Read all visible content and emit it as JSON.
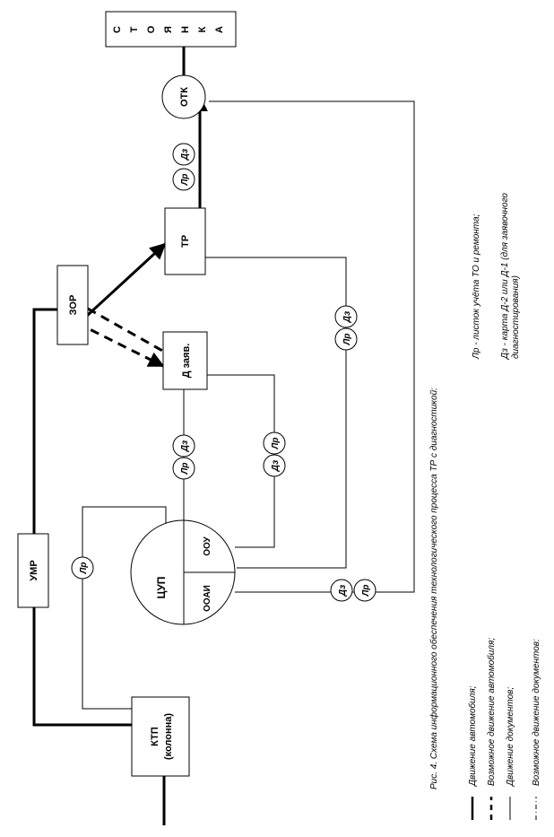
{
  "diagram": {
    "nodes": {
      "ktp": {
        "line1": "КТП",
        "line2": "(колонна)"
      },
      "umr": {
        "label": "УМР"
      },
      "zor": {
        "label": "ЗОР"
      },
      "d_zayav": {
        "label": "Д заяв."
      },
      "tr": {
        "label": "ТР"
      },
      "otk": {
        "label": "ОТК"
      },
      "stoyanka": {
        "letters": [
          "С",
          "Т",
          "О",
          "Я",
          "Н",
          "К",
          "А"
        ]
      },
      "tsup": {
        "title": "ЦУП",
        "left_part": "ООАИ",
        "right_part": "ООУ"
      }
    },
    "doc_marks": {
      "lr": "Лр",
      "dz": "Дз"
    },
    "caption": "Рис. 4. Схема информационного обеспечения  технологического процесса ТР с диагностикой:",
    "legend": [
      {
        "style": "solid-thick",
        "text": "Движение автомобиля;"
      },
      {
        "style": "dashed-thick",
        "text": "Возможное движение автомобиля;"
      },
      {
        "style": "solid-thin",
        "text": "Движение документов;"
      },
      {
        "style": "dash-dot-thin",
        "text": "Возможное движение документов:"
      }
    ],
    "notes": [
      "Лр - листок учёта ТО и ремонта;",
      "Дз - карта Д-2 или Д-1 (для заявочного",
      "диагностирования)"
    ]
  }
}
